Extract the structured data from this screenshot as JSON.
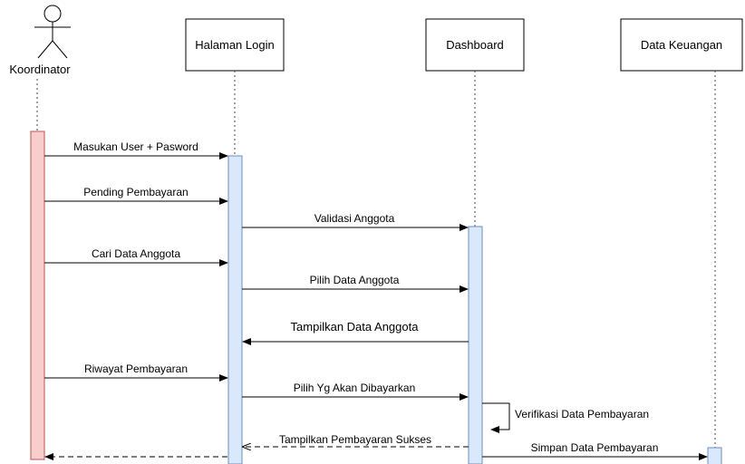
{
  "actor": {
    "label": "Koordinator"
  },
  "participants": {
    "login": "Halaman Login",
    "dashboard": "Dashboard",
    "keuangan": "Data Keuangan"
  },
  "messages": {
    "m1": "Masukan User + Pasword",
    "m2": "Pending Pembayaran",
    "m3": "Validasi Anggota",
    "m4": "Cari Data Anggota",
    "m5": "Pilih Data Anggota",
    "m6": "Tampilkan Data Anggota",
    "m7": "Riwayat Pembayaran",
    "m8": "Pilih Yg Akan Dibayarkan",
    "m9": "Verifikasi Data Pembayaran",
    "m10": "Tampilkan Pembayaran Sukses",
    "m11": "Simpan Data Pembayaran"
  }
}
